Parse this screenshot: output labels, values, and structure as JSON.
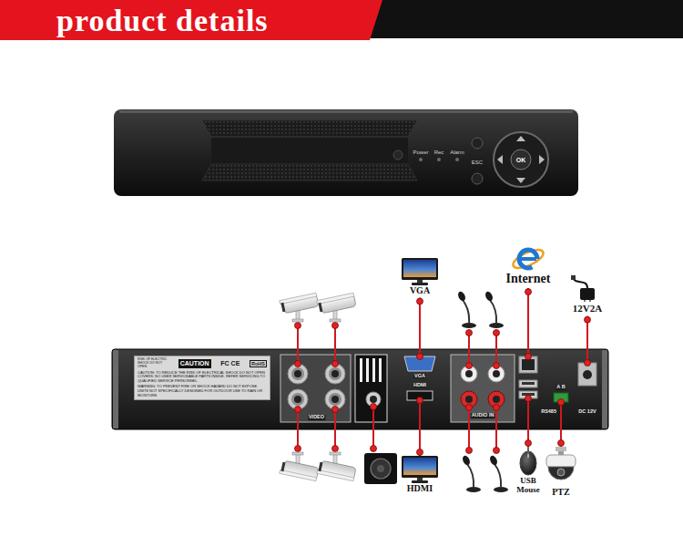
{
  "diagram": {
    "title": "product details",
    "nodes": [
      {
        "text": [
          "Power",
          "Rec",
          "Alarm",
          "ESC",
          "OK"
        ]
      },
      {
        "text": [
          "VGA"
        ]
      },
      {
        "text": [
          "Internet"
        ]
      },
      {
        "text": [
          "12V2A"
        ]
      },
      {
        "text": [
          "VIDEO",
          "VGA",
          "HDMI",
          "AUDIO IN",
          "A B",
          "RS485",
          "DC 12V"
        ]
      },
      {
        "text": [
          "CAUTION",
          "RISK OF ELECTRIC SHOCK DO NOT OPEN",
          "FC CE",
          "RoHS",
          "CAUTION: TO REDUCE THE RISK OF ELECTRICAL SHOCK DO NOT OPEN COVERS. NO USER SERVICEABLE PARTS INSIDE. REFER SERVICING TO QUALIFIED SERVICE PERSONNEL.",
          "WARNING: TO PREVENT FIRE OR SHOCK HAZARD DO NOT EXPOSE UNITS NOT SPECIFICALLY DESIGNED FOR OUTDOOR USE TO RAIN OR MOISTURE."
        ],
        "in": 4
      },
      {
        "text": [
          "HDMI"
        ]
      },
      {
        "text": [
          "USB Mouse"
        ]
      },
      {
        "text": [
          "PTZ"
        ]
      }
    ],
    "edges": [
      {
        "from": 1,
        "to": 4,
        "arrow": "none"
      },
      {
        "from": 2,
        "to": 4,
        "arrow": "none"
      },
      {
        "from": 3,
        "to": 4,
        "arrow": "none"
      },
      {
        "from": 6,
        "to": 4,
        "arrow": "none"
      },
      {
        "from": 7,
        "to": 4,
        "arrow": "none"
      },
      {
        "from": 8,
        "to": 4,
        "arrow": "none"
      }
    ]
  }
}
